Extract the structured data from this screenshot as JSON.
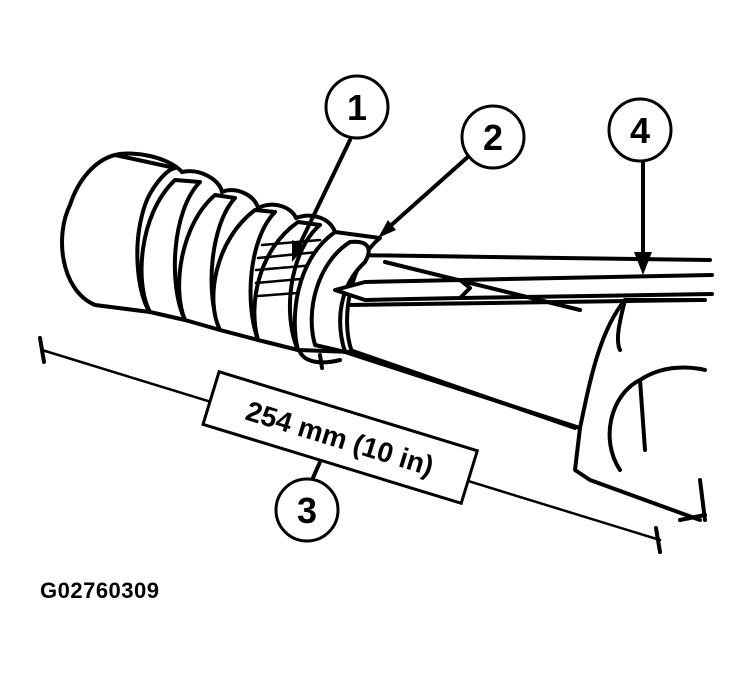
{
  "figure_id": "G02760309",
  "callouts": [
    {
      "number": "1"
    },
    {
      "number": "2"
    },
    {
      "number": "3"
    },
    {
      "number": "4"
    }
  ],
  "dimension": {
    "label": "254 mm (10 in)"
  }
}
